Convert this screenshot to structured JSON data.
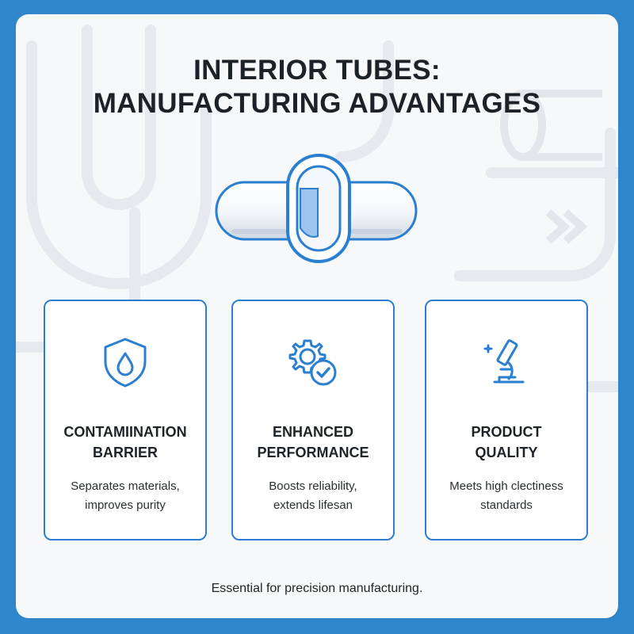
{
  "title": {
    "line1": "INTERIOR TUBES:",
    "line2": "MANUFACTURING ADVANTAGES"
  },
  "cards": [
    {
      "icon": "shield-droplet-icon",
      "title_line1": "CONTAMIINATION",
      "title_line2": "BARRIER",
      "desc_line1": "Separates materials,",
      "desc_line2": "improves purity"
    },
    {
      "icon": "gear-check-icon",
      "title_line1": "ENHANCED",
      "title_line2": "PERFORMANCE",
      "desc_line1": "Boosts reliability,",
      "desc_line2": "extends lifesan"
    },
    {
      "icon": "microscope-icon",
      "title_line1": "PRODUCT",
      "title_line2": "QUALITY",
      "desc_line1": "Meets high clectiness",
      "desc_line2": "standards"
    }
  ],
  "footer": "Essential for precision manufacturing.",
  "colors": {
    "accent": "#2b7fd0",
    "frame": "#2f86cb",
    "text": "#1c2228"
  }
}
